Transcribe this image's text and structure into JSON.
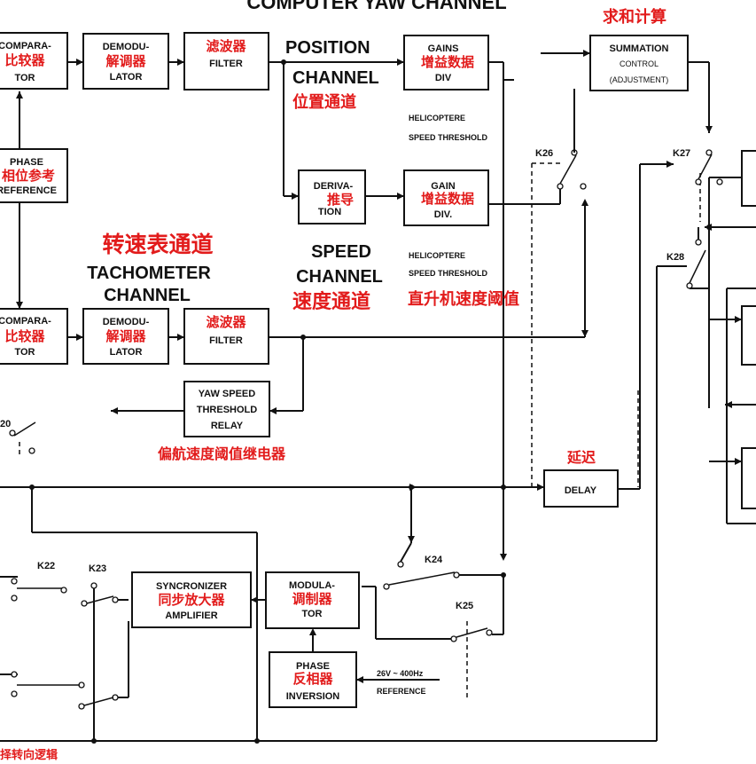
{
  "title": "COMPUTER YAW CHANNEL",
  "blocks": {
    "comp_top": {
      "en1": "COMPARA-",
      "cn": "比较器",
      "en2": "TOR"
    },
    "demod_top": {
      "en1": "DEMODU-",
      "cn": "解调器",
      "en2": "LATOR"
    },
    "filter_top": {
      "cn": "滤波器",
      "en": "FILTER"
    },
    "gains_top": {
      "en1": "GAINS",
      "cn": "增益数据",
      "en2": "DIV"
    },
    "summation": {
      "en1": "SUMMATION",
      "en2": "CONTROL",
      "en3": "(ADJUSTMENT)"
    },
    "phase_ref": {
      "en1": "PHASE",
      "cn": "相位参考",
      "en2": "REFERENCE"
    },
    "derivation": {
      "en1": "DERIVA-",
      "cn": "推导",
      "en2": "TION"
    },
    "gain_mid": {
      "en1": "GAIN",
      "cn": "增益数据",
      "en2": "DIV."
    },
    "comp_bot": {
      "en1": "COMPARA-",
      "cn": "比较器",
      "en2": "TOR"
    },
    "demod_bot": {
      "en1": "DEMODU-",
      "cn": "解调器",
      "en2": "LATOR"
    },
    "filter_bot": {
      "cn": "滤波器",
      "en": "FILTER"
    },
    "yaw_relay": {
      "en1": "YAW SPEED",
      "en2": "THRESHOLD",
      "en3": "RELAY"
    },
    "delay": {
      "en": "DELAY"
    },
    "sync_amp": {
      "en1": "SYNCRONIZER",
      "cn": "同步放大器",
      "en2": "AMPLIFIER"
    },
    "modulator": {
      "en1": "MODULA-",
      "cn": "调制器",
      "en2": "TOR"
    },
    "phase_inv": {
      "en1": "PHASE",
      "cn": "反相器",
      "en2": "INVERSION"
    }
  },
  "labels": {
    "position1": "POSITION",
    "position2": "CHANNEL",
    "position_cn": "位置通道",
    "speed1": "SPEED",
    "speed2": "CHANNEL",
    "speed_cn": "速度通道",
    "tacho_cn": "转速表通道",
    "tacho1": "TACHOMETER",
    "tacho2": "CHANNEL",
    "heli_a1": "HELICOPTERE",
    "heli_a2": "SPEED THRESHOLD",
    "heli_b1": "HELICOPTERE",
    "heli_b2": "SPEED THRESHOLD",
    "heli_cn": "直升机速度阈值",
    "sum_cn": "求和计算",
    "relay_cn": "偏航速度阈值继电器",
    "delay_cn": "延迟",
    "ref1": "26V ~ 400Hz",
    "ref2": "REFERENCE",
    "bottom_cn": "择转向逻辑"
  },
  "switches": {
    "k20": "20",
    "k22": "K22",
    "k23": "K23",
    "k24": "K24",
    "k25": "K25",
    "k26": "K26",
    "k27": "K27",
    "k28": "K28"
  }
}
